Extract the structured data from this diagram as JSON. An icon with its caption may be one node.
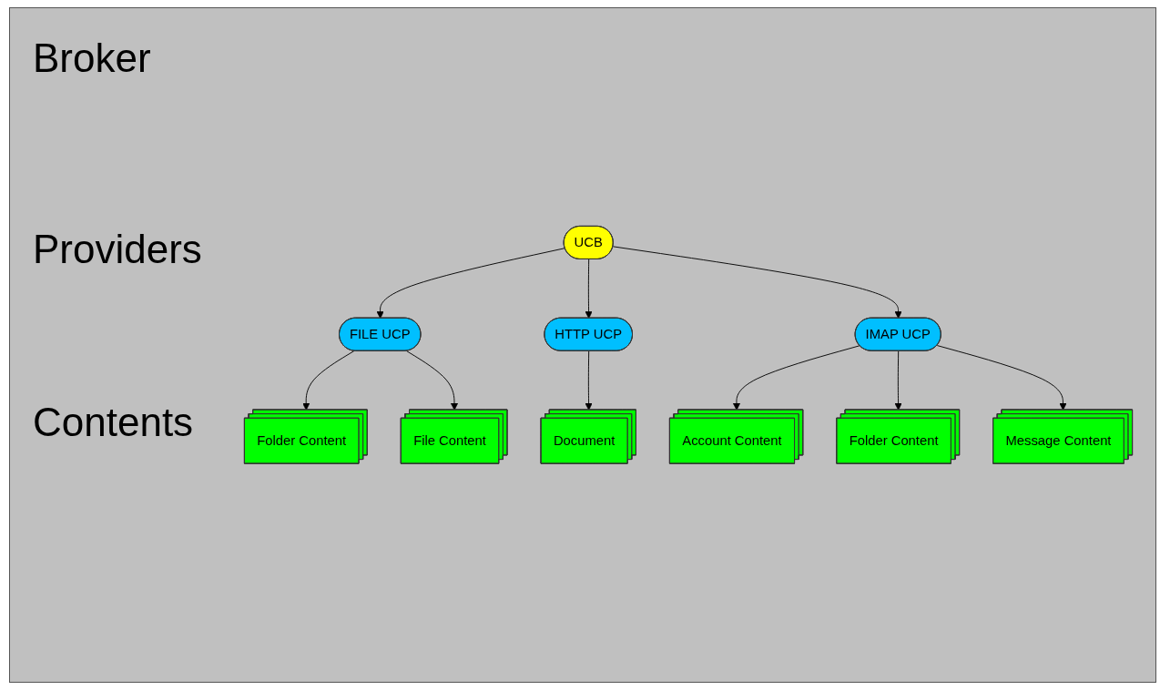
{
  "diagram": {
    "nodes": [
      {
        "text": [
          "UCB"
        ]
      },
      {
        "text": [
          "FILE UCP"
        ]
      },
      {
        "text": [
          "HTTP UCP"
        ]
      },
      {
        "text": [
          "IMAP UCP"
        ]
      },
      {
        "text": [
          "Folder Content"
        ]
      },
      {
        "text": [
          "File Content"
        ]
      },
      {
        "text": [
          "Document"
        ]
      },
      {
        "text": [
          "Account Content"
        ]
      },
      {
        "text": [
          "Folder Content"
        ]
      },
      {
        "text": [
          "Message Content"
        ]
      }
    ],
    "edges": [
      {
        "from": 0,
        "to": 1,
        "arrow": "to"
      },
      {
        "from": 0,
        "to": 2,
        "arrow": "to"
      },
      {
        "from": 0,
        "to": 3,
        "arrow": "to"
      },
      {
        "from": 1,
        "to": 4,
        "arrow": "to"
      },
      {
        "from": 1,
        "to": 5,
        "arrow": "to"
      },
      {
        "from": 2,
        "to": 6,
        "arrow": "to"
      },
      {
        "from": 3,
        "to": 7,
        "arrow": "to"
      },
      {
        "from": 3,
        "to": 8,
        "arrow": "to"
      },
      {
        "from": 3,
        "to": 9,
        "arrow": "to"
      }
    ],
    "labels": [
      "Broker",
      "Providers",
      "Contents"
    ]
  }
}
